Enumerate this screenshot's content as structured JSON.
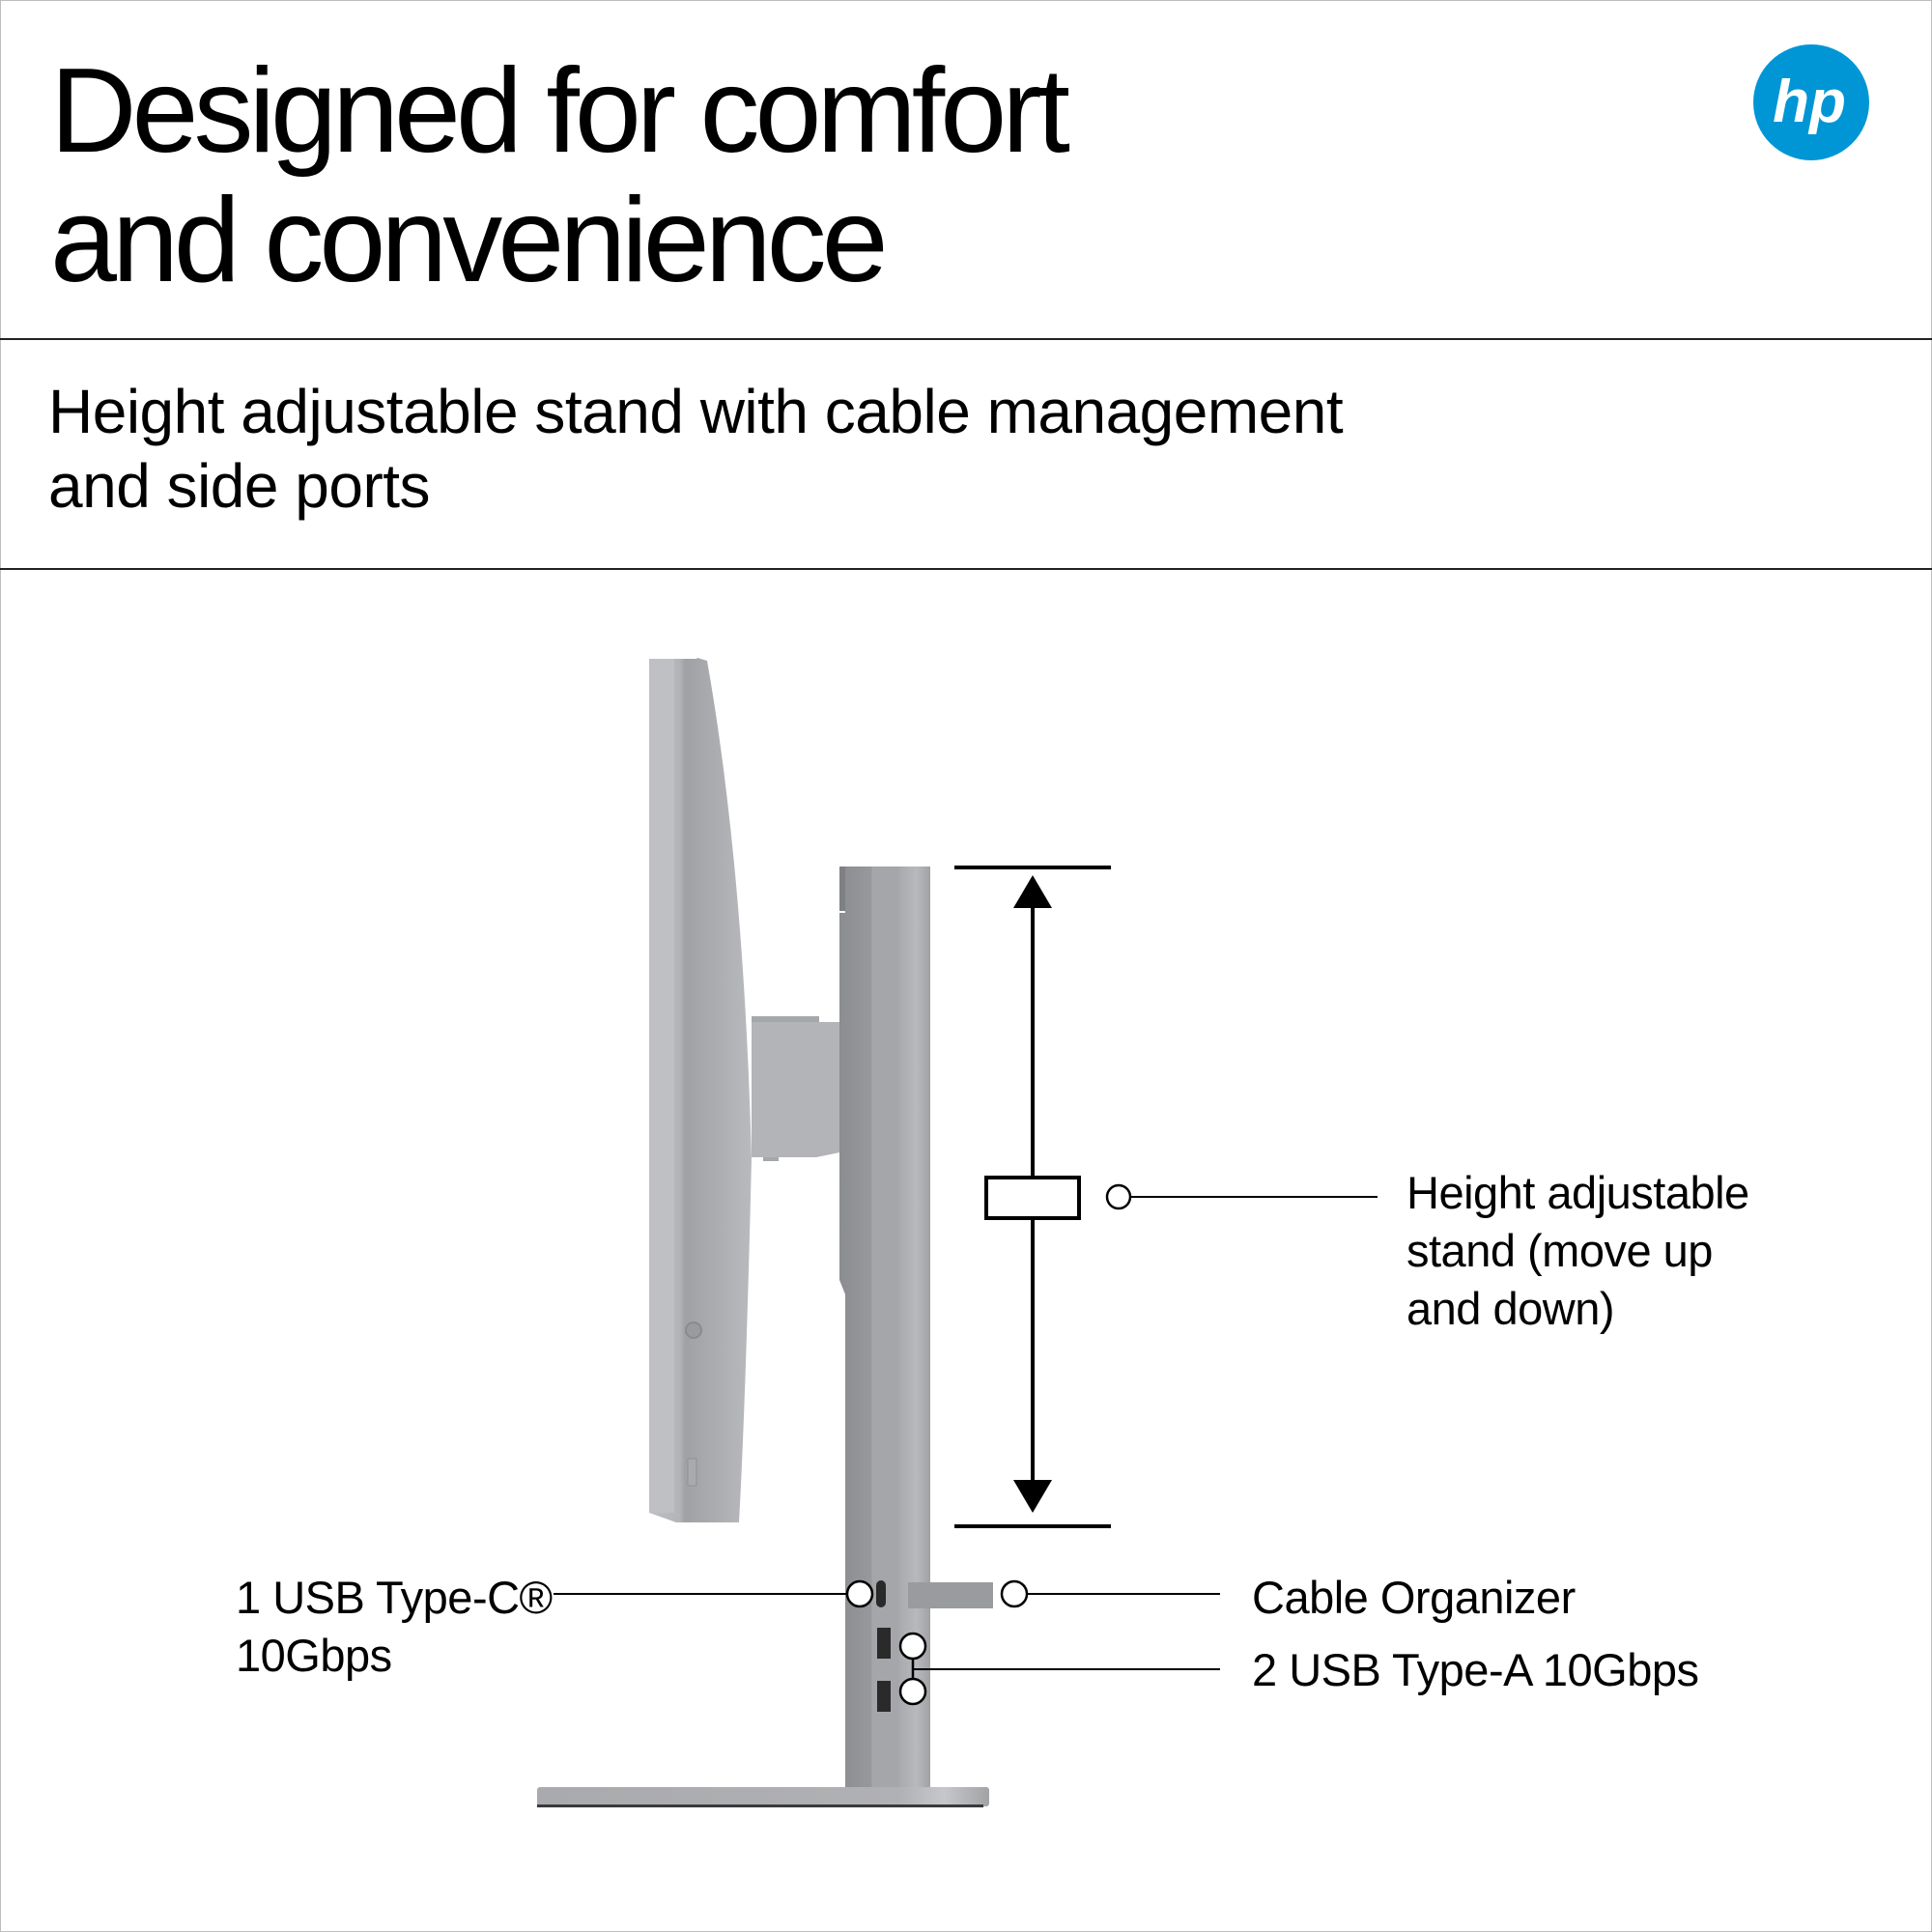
{
  "header": {
    "title_line1": "Designed for comfort",
    "title_line2": "and convenience",
    "logo_text": "hp",
    "brand_color": "#0096D6"
  },
  "subtitle": {
    "line1": "Height adjustable stand with cable management",
    "line2": "and side ports"
  },
  "callouts": {
    "height": {
      "line1": "Height adjustable",
      "line2": "stand (move up",
      "line3": "and down)"
    },
    "usb_c": {
      "line1": "1 USB Type-C®",
      "line2": "10Gbps"
    },
    "cable": {
      "label": "Cable Organizer"
    },
    "usb_a": {
      "label": "2  USB Type-A 10Gbps"
    }
  }
}
